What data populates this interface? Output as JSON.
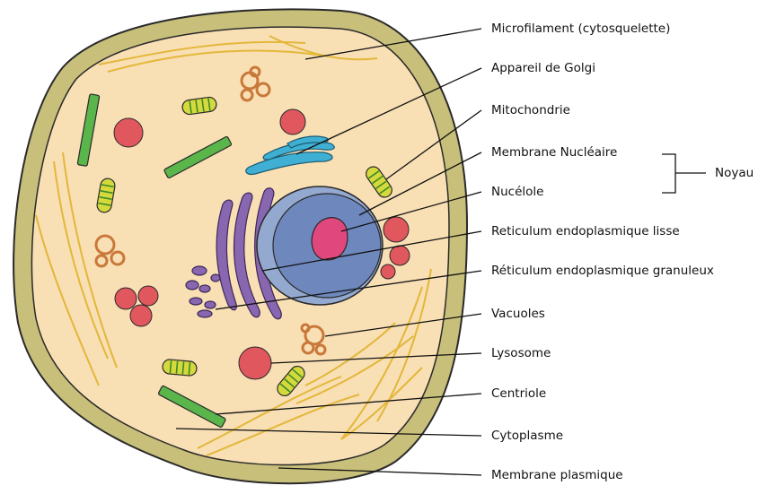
{
  "labels": {
    "microfilament": "Microfilament (cytosquelette)",
    "golgi": "Appareil de Golgi",
    "mitochondrie": "Mitochondrie",
    "membrane_nucleaire": "Membrane Nucléaire",
    "nucleole": "Nucélole",
    "rel": "Reticulum endoplasmique lisse",
    "reg": "Réticulum endoplasmique granuleux",
    "vacuoles": "Vacuoles",
    "lysosome": "Lysosome",
    "centriole": "Centriole",
    "cytoplasme": "Cytoplasme",
    "membrane_plasmique": "Membrane plasmique",
    "noyau": "Noyau"
  },
  "colors": {
    "membrane": "#c8bf7a",
    "membrane_outline": "#2a2a2a",
    "cytoplasm": "#f8dfb4",
    "nucleus_outer": "#93a9cf",
    "nucleus_inner": "#6e88bd",
    "nucleolus": "#e0477d",
    "golgi": "#3fb0d3",
    "reticulum": "#8966b0",
    "mitochondria": "#d5d93c",
    "mito_cristae": "#3a8a2a",
    "centriole": "#5ab54a",
    "lysosome": "#e0585e",
    "vacuole": "#c9783a",
    "microfilament": "#e3b73a"
  }
}
